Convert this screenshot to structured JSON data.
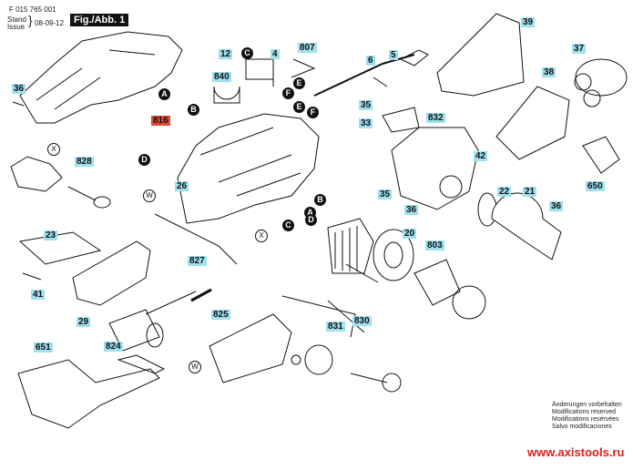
{
  "header": {
    "doc_number": "F 015 765 001",
    "stand_label": "Stand",
    "issue_label": "Issue",
    "brace": "}",
    "date": "08-09-12",
    "figure_label": "Fig./Abb. 1"
  },
  "part_labels": [
    {
      "id": "39",
      "highlight": "blue"
    },
    {
      "id": "12",
      "highlight": "blue"
    },
    {
      "id": "4",
      "highlight": "blue"
    },
    {
      "id": "807",
      "highlight": "blue"
    },
    {
      "id": "840",
      "highlight": "blue"
    },
    {
      "id": "6",
      "highlight": "blue"
    },
    {
      "id": "5",
      "highlight": "blue"
    },
    {
      "id": "37",
      "highlight": "blue"
    },
    {
      "id": "38",
      "highlight": "blue"
    },
    {
      "id": "36",
      "highlight": "blue"
    },
    {
      "id": "816",
      "highlight": "red"
    },
    {
      "id": "35",
      "highlight": "blue"
    },
    {
      "id": "33",
      "highlight": "blue"
    },
    {
      "id": "832",
      "highlight": "blue"
    },
    {
      "id": "828",
      "highlight": "blue"
    },
    {
      "id": "26",
      "highlight": "blue"
    },
    {
      "id": "42",
      "highlight": "blue"
    },
    {
      "id": "35",
      "highlight": "blue"
    },
    {
      "id": "36",
      "highlight": "blue"
    },
    {
      "id": "22",
      "highlight": "blue"
    },
    {
      "id": "21",
      "highlight": "blue"
    },
    {
      "id": "36",
      "highlight": "blue"
    },
    {
      "id": "650",
      "highlight": "blue"
    },
    {
      "id": "23",
      "highlight": "blue"
    },
    {
      "id": "20",
      "highlight": "blue"
    },
    {
      "id": "803",
      "highlight": "blue"
    },
    {
      "id": "827",
      "highlight": "blue"
    },
    {
      "id": "41",
      "highlight": "blue"
    },
    {
      "id": "29",
      "highlight": "blue"
    },
    {
      "id": "825",
      "highlight": "blue"
    },
    {
      "id": "831",
      "highlight": "blue"
    },
    {
      "id": "830",
      "highlight": "blue"
    },
    {
      "id": "824",
      "highlight": "blue"
    },
    {
      "id": "651",
      "highlight": "blue"
    }
  ],
  "connectors": {
    "A1": "A",
    "B1": "B",
    "C1": "C",
    "D1": "D",
    "E1": "E",
    "F1": "F",
    "E2": "E",
    "F2": "F",
    "A2": "A",
    "B2": "B",
    "C2": "C",
    "D2": "D",
    "X1": "X",
    "X2": "X",
    "W1": "W",
    "W2": "W",
    "W3": "W"
  },
  "notes": [
    "Änderungen vorbehalten",
    "Modifications reserved",
    "Modifications resérvées",
    "Salvo modificaciones"
  ],
  "website": "www.axistools.ru",
  "colors": {
    "label_blue": "#9fe0ee",
    "label_red": "#e2492f",
    "website_red": "#d9201c"
  }
}
